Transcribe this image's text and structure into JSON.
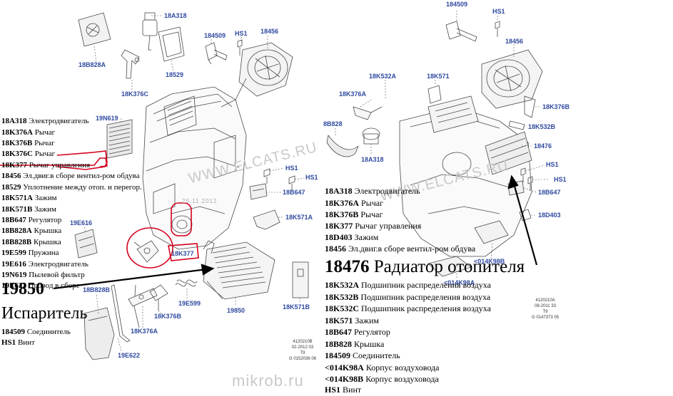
{
  "watermarks": {
    "left": "WWW.ELCATS.RU",
    "right": "WWW.ELCATS.RU",
    "bottom": "mikrob.ru",
    "date_stamp": "25.11.2012"
  },
  "callouts": {
    "l_18A318": "18A318",
    "l_18B828A": "18B828A",
    "l_18529": "18529",
    "l_184509": "184509",
    "l_HS1a": "HS1",
    "l_18456": "18456",
    "l_18K376C": "18K376C",
    "l_19N619": "19N619",
    "l_HS1b": "HS1",
    "l_HS1c": "HS1",
    "l_18B647": "18B647",
    "l_18K571A": "18K571A",
    "l_19E616": "19E616",
    "l_18K377": "18K377",
    "l_18B828B": "18B828B",
    "l_19E599": "19E599",
    "l_18K376B": "18K376B",
    "l_18K376A": "18K376A",
    "l_19850": "19850",
    "l_18K571B": "18K571B",
    "l_19E622": "19E622",
    "r_184509": "184509",
    "r_HS1a": "HS1",
    "r_18456": "18456",
    "r_18K532A": "18K532A",
    "r_18K571": "18K571",
    "r_18K376A": "18K376A",
    "r_18K376B": "18K376B",
    "r_8B828": "8B828",
    "r_18K532B": "18K532B",
    "r_18A318": "18A318",
    "r_18476": "18476",
    "r_HS1b": "HS1",
    "r_HS1c": "HS1",
    "r_18B647": "18B647",
    "r_18D403": "18D403",
    "r_014K98A": "<014K98A",
    "r_014K98B": "<014K98B"
  },
  "reference_codes": {
    "left": [
      "4120210B",
      "02-2012 03",
      "T9",
      "G 0152036 06"
    ],
    "right": [
      "4120210A",
      "08-2011 33",
      "T9",
      "G 0147373 05"
    ]
  },
  "legend_left": [
    {
      "code": "18A318",
      "text": "Электродвигатель"
    },
    {
      "code": "18K376A",
      "text": "Рычаг"
    },
    {
      "code": "18K376B",
      "text": "Рычаг"
    },
    {
      "code": "18K376C",
      "text": "Рычаг"
    },
    {
      "code": "18K377",
      "text": "Рычаг управления"
    },
    {
      "code": "18456",
      "text": "Эл.двиг.в сборе вентил-ром обдува"
    },
    {
      "code": "18529",
      "text": "Уплотнение между отоп. и перегор."
    },
    {
      "code": "18K571A",
      "text": "Зажим"
    },
    {
      "code": "18K571B",
      "text": "Зажим"
    },
    {
      "code": "18B647",
      "text": "Регулятор"
    },
    {
      "code": "18B828A",
      "text": "Крышка"
    },
    {
      "code": "18B828B",
      "text": "Крышка"
    },
    {
      "code": "19E599",
      "text": "Пружина"
    },
    {
      "code": "19E616",
      "text": "Электродвигатель"
    },
    {
      "code": "19N619",
      "text": "Пылевой фильтр"
    },
    {
      "code": "19E622",
      "text": "Провод в сборе"
    }
  ],
  "big_left": {
    "code": "19850",
    "name": "Испаритель"
  },
  "legend_left_bottom": [
    {
      "code": "184509",
      "text": "Соединитель"
    },
    {
      "code": "HS1",
      "text": "Винт"
    }
  ],
  "legend_right_top": [
    {
      "code": "18A318",
      "text": "Электродвигатель"
    },
    {
      "code": "18K376A",
      "text": "Рычаг"
    },
    {
      "code": "18K376B",
      "text": "Рычаг"
    },
    {
      "code": "18K377",
      "text": "Рычаг управления"
    },
    {
      "code": "18D403",
      "text": "Зажим"
    },
    {
      "code": "18456",
      "text": "Эл.двиг.в сборе вентил-ром обдува"
    }
  ],
  "big_right": {
    "code": "18476",
    "name": "Радиатор отопителя"
  },
  "legend_right_bottom": [
    {
      "code": "18K532A",
      "text": "Подшипник распределения воздуха"
    },
    {
      "code": "18K532B",
      "text": "Подшипник распределения воздуха"
    },
    {
      "code": "18K532C",
      "text": "Подшипник распределения воздуха"
    },
    {
      "code": "18K571",
      "text": "Зажим"
    },
    {
      "code": "18B647",
      "text": "Регулятор"
    },
    {
      "code": "18B828",
      "text": "Крышка"
    },
    {
      "code": "184509",
      "text": "Соединитель"
    },
    {
      "code": "<014K98A",
      "text": "Корпус воздуховода"
    },
    {
      "code": "<014K98B",
      "text": "Корпус воздуховода"
    },
    {
      "code": "HS1",
      "text": "Винт"
    }
  ],
  "colors": {
    "callout": "#2f4aa0",
    "highlight": "#d6001c",
    "ink": "#000000",
    "part_stroke": "#4a4a4a",
    "watermark": "#c9c9c9"
  }
}
